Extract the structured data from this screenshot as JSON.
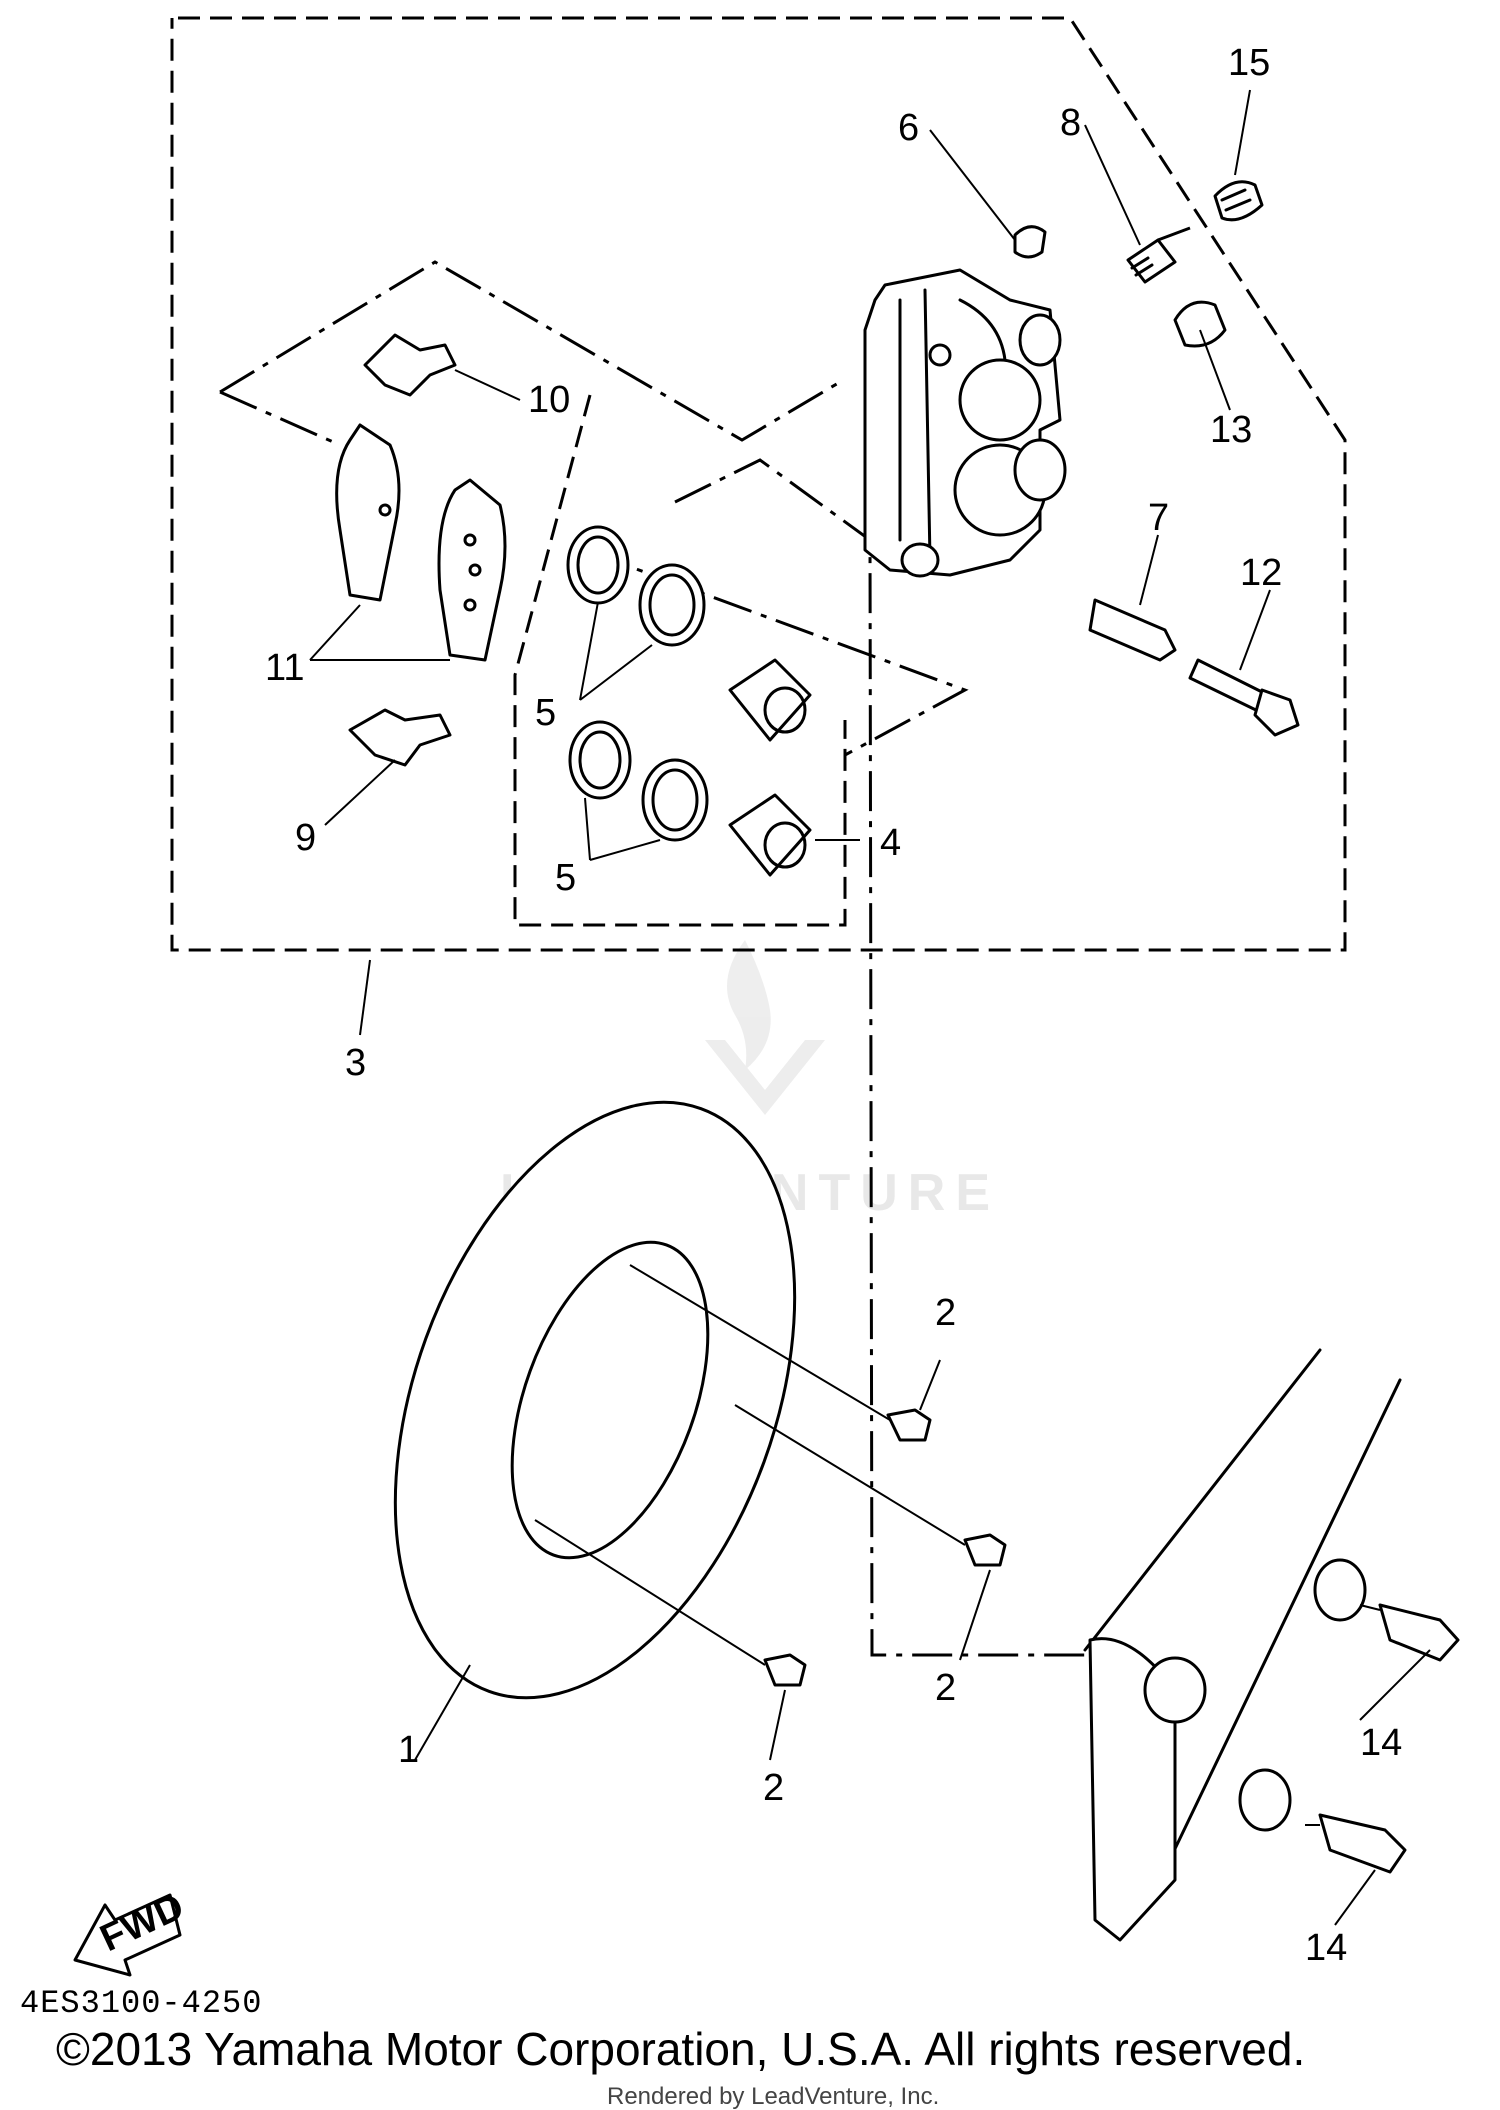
{
  "diagram_code": "4ES3100-4250",
  "copyright": "©2013 Yamaha Motor Corporation, U.S.A. All rights reserved.",
  "rendered_by": "Rendered by LeadVenture, Inc.",
  "watermark": "LEADVENTURE",
  "fwd_label": "FWD",
  "callouts": {
    "c1": "1",
    "c2a": "2",
    "c2b": "2",
    "c2c": "2",
    "c3": "3",
    "c4": "4",
    "c5a": "5",
    "c5b": "5",
    "c6": "6",
    "c7": "7",
    "c8": "8",
    "c9": "9",
    "c10": "10",
    "c11": "11",
    "c12": "12",
    "c13": "13",
    "c14a": "14",
    "c14b": "14",
    "c15": "15"
  }
}
